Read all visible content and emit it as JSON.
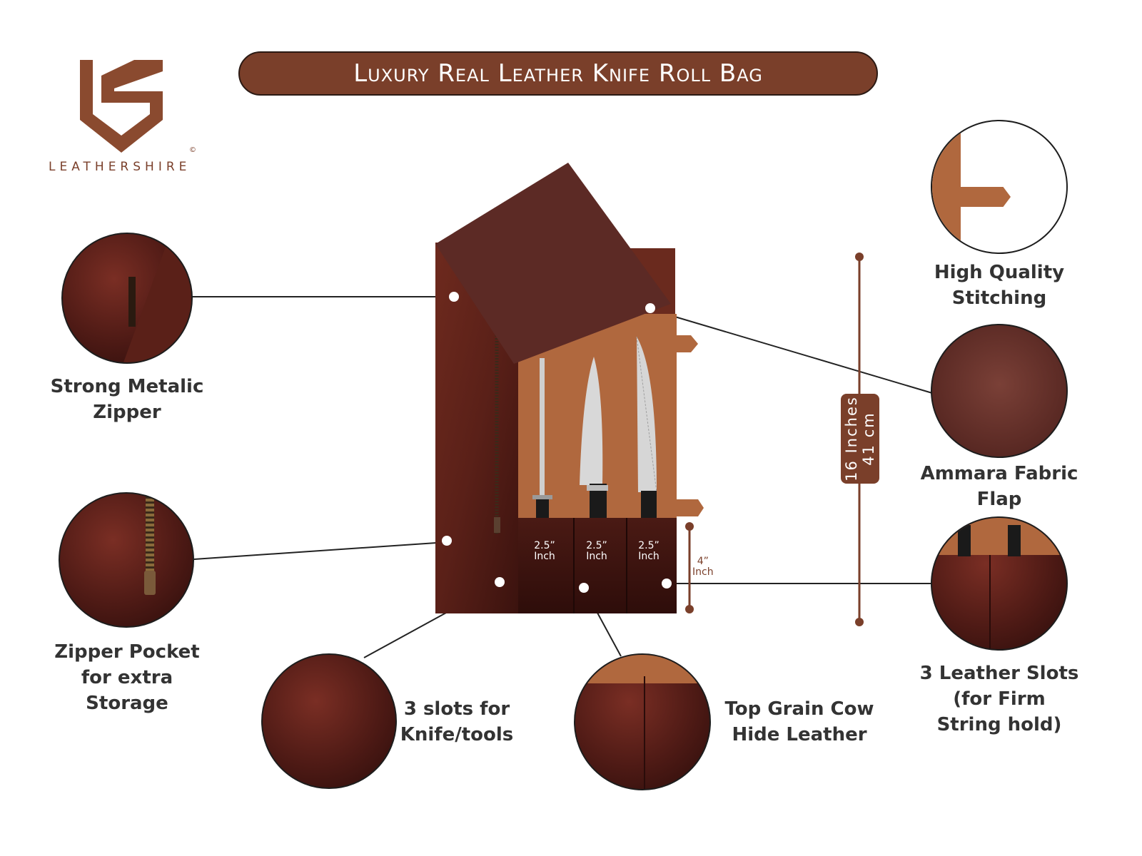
{
  "title": "Luxury Real Leather Knife Roll Bag",
  "brand": {
    "name": "LEATHERSHIRE",
    "copyright": "©"
  },
  "features": {
    "zipper": [
      "Strong Metalic",
      "Zipper"
    ],
    "pocket": [
      "Zipper Pocket",
      "for extra",
      "Storage"
    ],
    "slots": [
      "3 slots for",
      "Knife/tools"
    ],
    "leather": [
      "Top Grain Cow",
      "Hide Leather"
    ],
    "stitching": [
      "High Quality",
      "Stitching"
    ],
    "flap": [
      "Ammara Fabric",
      "Flap"
    ],
    "string": [
      "3 Leather Slots",
      "(for Firm",
      "String hold)"
    ]
  },
  "dimensions": {
    "height_in": "16 Inches",
    "height_cm": "41 cm",
    "slot_width": "2.5”",
    "slot_unit": "Inch",
    "pocket_height": "4”",
    "pocket_unit": "Inch"
  },
  "colors": {
    "accent": "#7a3f2a",
    "leather_dark": "#4e1a15",
    "suede": "#b0683e"
  }
}
